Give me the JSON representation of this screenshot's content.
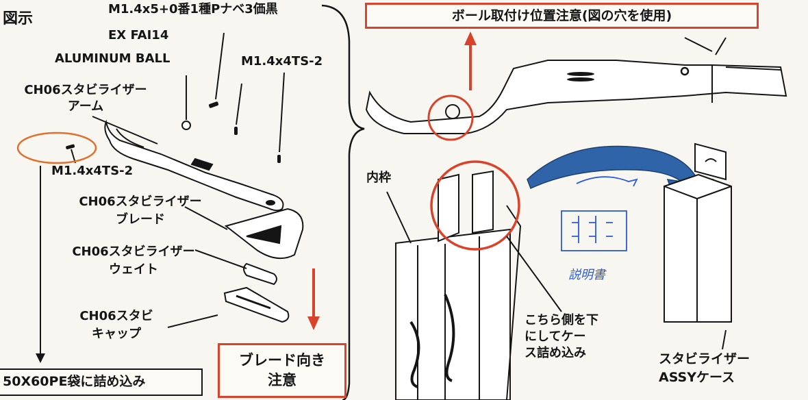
{
  "section_title": "図示",
  "labels": {
    "screw_pan": "M1.4x5+0番1種Pナベ3価黒",
    "ball_model": "EX FAI14",
    "ball_name": "ALUMINUM  BALL",
    "screw_ts_top": "M1.4x4TS-2",
    "arm_line1": "CH06スタビライザー",
    "arm_line2": "アーム",
    "screw_ts_circled": "M1.4x4TS-2",
    "blade_line1": "CH06スタビライザー",
    "blade_line2": "ブレード",
    "weight_line1": "CH06スタビライザー",
    "weight_line2": "ウェイト",
    "cap_line1": "CH06スタビ",
    "cap_line2": "キャップ",
    "bag_note": "50X60PE袋に詰め込み",
    "blade_note_line1": "ブレード向き",
    "blade_note_line2": "注意",
    "ball_note": "ボール取付け位置注意(図の穴を使用)",
    "inner_frame": "内枠",
    "case_note_line1": "こちら側を下",
    "case_note_line2": "にしてケー",
    "case_note_line3": "ス詰め込み",
    "manual_handwritten": "説明書",
    "assy_case_line1": "スタビライザー",
    "assy_case_line2": "ASSYケース"
  },
  "colors": {
    "callout_red": "#d9432b",
    "arrow_blue": "#2f64a8",
    "ink_blue": "#2a5bd6",
    "line_black": "#151515"
  }
}
